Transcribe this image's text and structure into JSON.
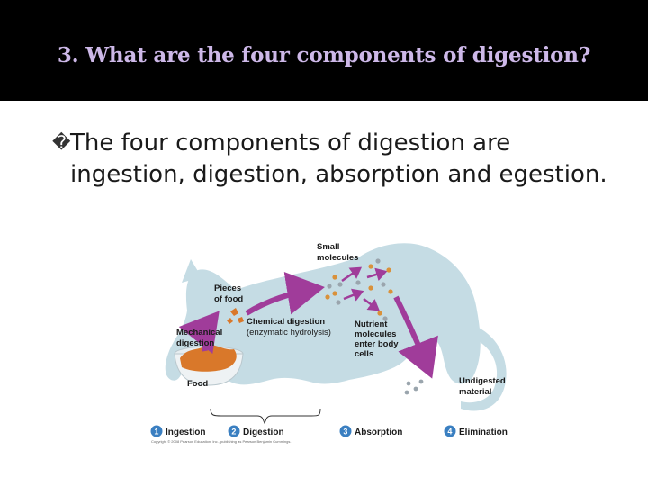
{
  "slide": {
    "title": "3. What are the four components of digestion?",
    "bullet": {
      "icon": "square-bullet-icon",
      "glyph": "�",
      "line1": "The four components of digestion are",
      "line2": "ingestion, digestion, absorption and egestion."
    }
  },
  "figure": {
    "labels": {
      "small_molecules_1": "Small",
      "small_molecules_2": "molecules",
      "pieces_1": "Pieces",
      "pieces_2": "of food",
      "chemical_1": "Chemical digestion",
      "chemical_2": "(enzymatic hydrolysis)",
      "mechanical_1": "Mechanical",
      "mechanical_2": "digestion",
      "nutrient_1": "Nutrient",
      "nutrient_2": "molecules",
      "nutrient_3": "enter body",
      "nutrient_4": "cells",
      "undigested_1": "Undigested",
      "undigested_2": "material",
      "food": "Food"
    },
    "stages": [
      {
        "number": "1",
        "label": "Ingestion"
      },
      {
        "number": "2",
        "label": "Digestion"
      },
      {
        "number": "3",
        "label": "Absorption"
      },
      {
        "number": "4",
        "label": "Elimination"
      }
    ],
    "credit": "Copyright © 2008 Pearson Education, Inc., publishing as Pearson Benjamin Cummings.",
    "colors": {
      "cat_body": "#c5dce4",
      "arrow": "#a03c9a",
      "stage_badge": "#3a7fc1",
      "food": "#d9782a",
      "molecule_orange": "#d9913a",
      "molecule_gray": "#9aa5ad"
    }
  }
}
